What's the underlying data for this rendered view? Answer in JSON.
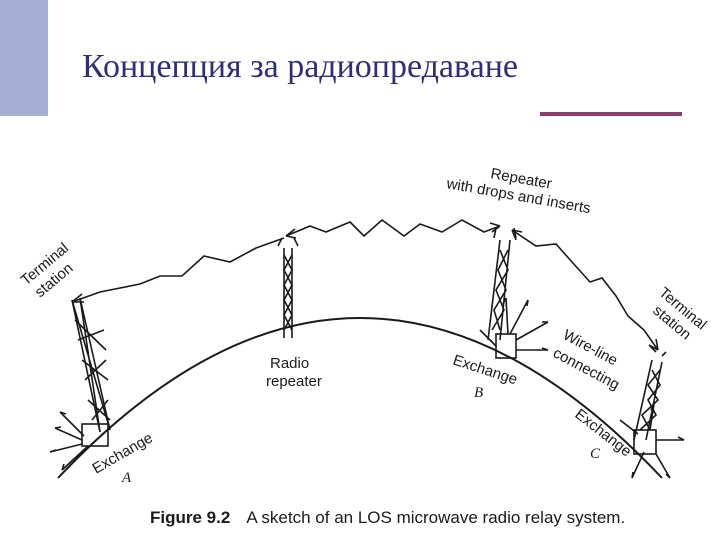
{
  "slide": {
    "title": "Концепция за радиопредаване",
    "accent_color": "#a3add6",
    "title_color": "#2e2e7a",
    "rule_color": "#8c3f6c"
  },
  "figure": {
    "labels": {
      "terminal_left": [
        "Terminal",
        "station"
      ],
      "radio_repeater": [
        "Radio",
        "repeater"
      ],
      "repeater_drops": [
        "Repeater",
        "with drops and inserts"
      ],
      "exchange_b": [
        "Exchange",
        "B"
      ],
      "wire_line": [
        "Wire-line",
        "connecting"
      ],
      "terminal_right": [
        "Terminal",
        "station"
      ],
      "exchange_a": [
        "Exchange",
        "A"
      ],
      "exchange_c": [
        "Exchange",
        "C"
      ]
    },
    "caption": {
      "number": "Figure 9.2",
      "text": "A sketch of an LOS microwave radio relay system."
    }
  }
}
